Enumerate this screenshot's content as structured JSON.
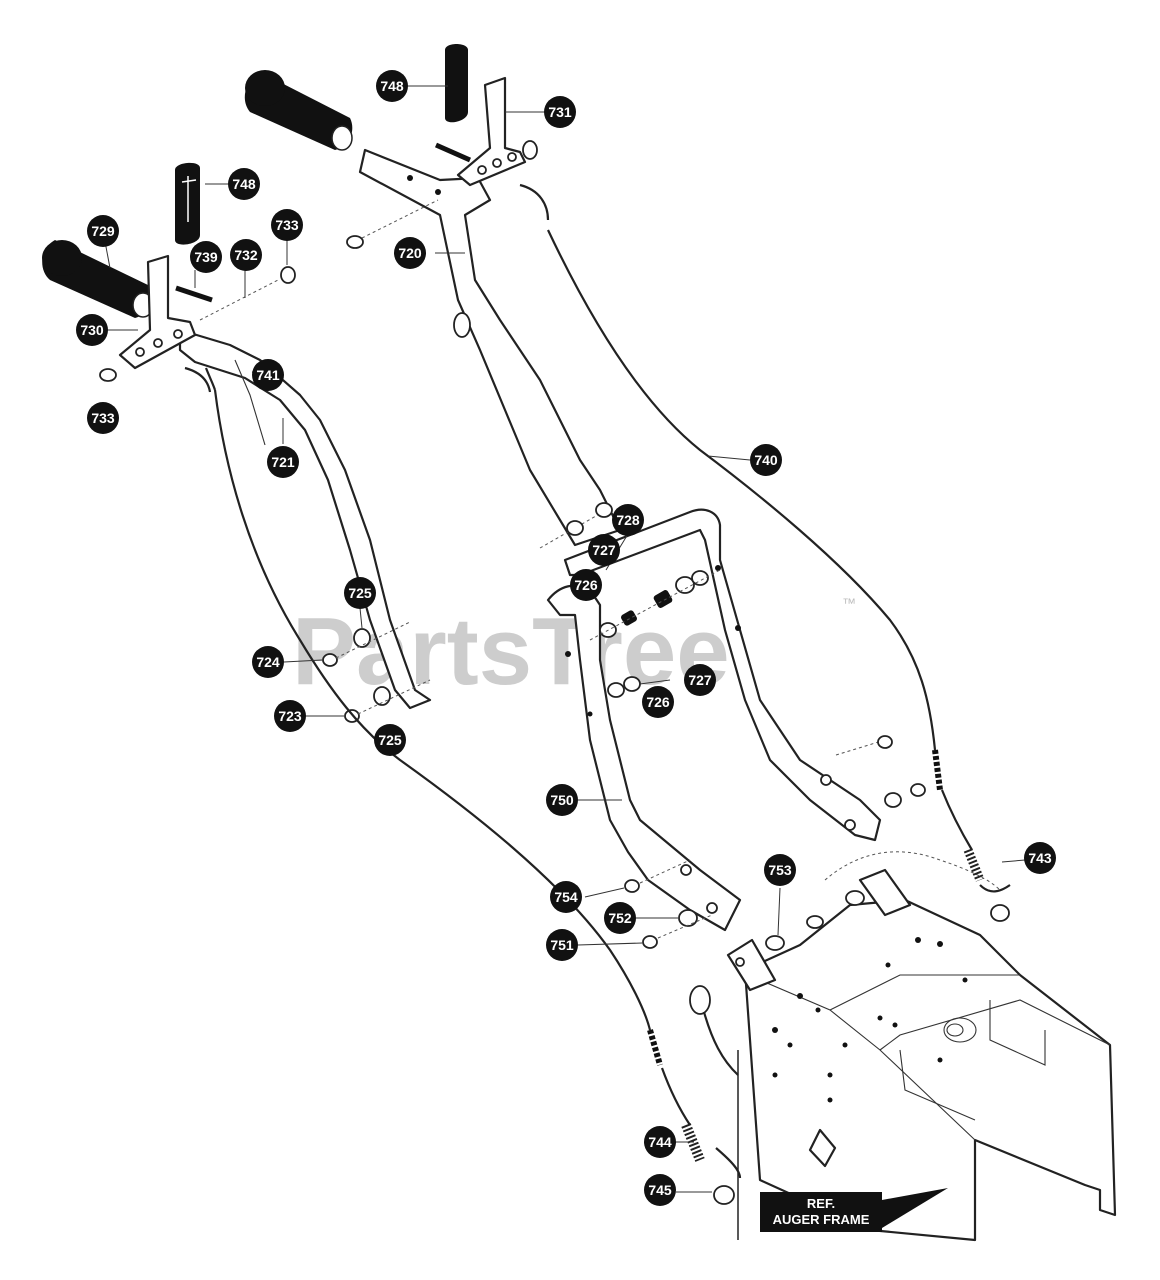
{
  "watermark": {
    "text": "PartsTree",
    "tm": "™"
  },
  "reference_box": {
    "line1": "REF.",
    "line2": "AUGER FRAME"
  },
  "callouts": [
    "748",
    "731",
    "748",
    "729",
    "739",
    "732",
    "733",
    "720",
    "730",
    "733",
    "741",
    "721",
    "740",
    "728",
    "727",
    "726",
    "725",
    "724",
    "723",
    "725",
    "727",
    "726",
    "750",
    "743",
    "753",
    "754",
    "752",
    "751",
    "744",
    "745"
  ],
  "colors": {
    "ink": "#111111",
    "paper": "#ffffff",
    "watermark": "#bdbdbd"
  }
}
